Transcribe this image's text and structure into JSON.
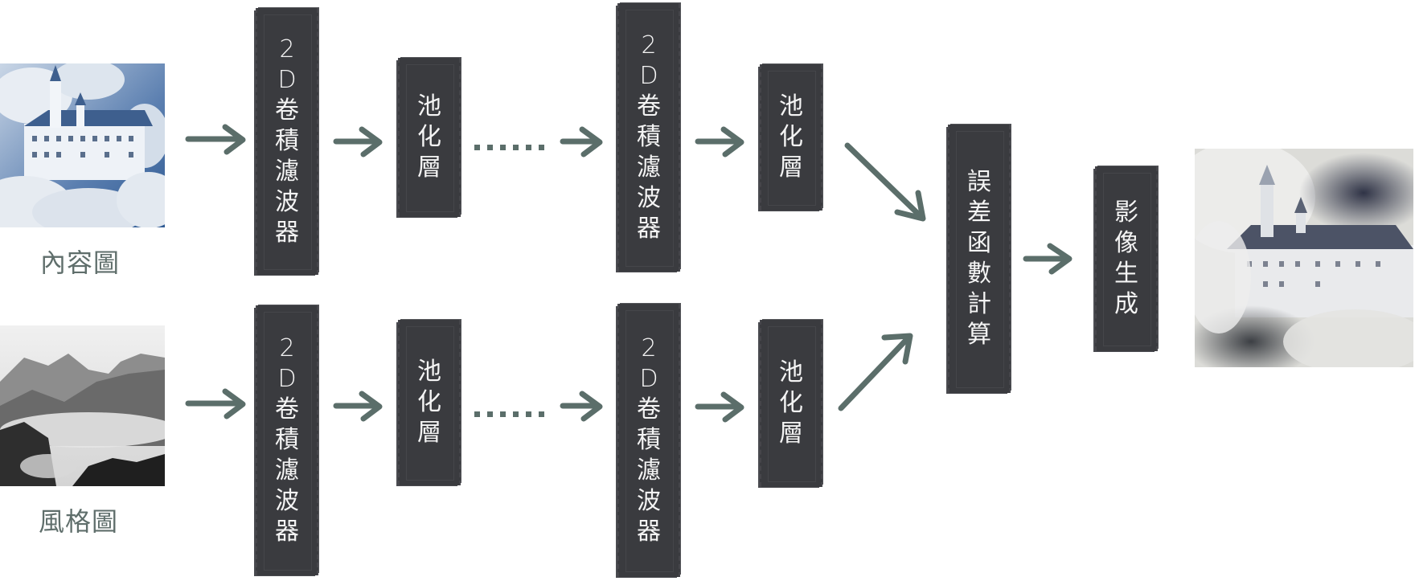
{
  "diagram": {
    "colors": {
      "box": "#3a3b3f",
      "box_text": "#f4f4f4",
      "arrow": "#5b6e6a",
      "label": "#5f6e6b"
    },
    "inputs": {
      "content": {
        "label": "內容圖",
        "image": "castle-in-clouds-photo"
      },
      "style": {
        "label": "風格圖",
        "image": "misty-mountains-ink-photo"
      }
    },
    "rows": {
      "top": [
        {
          "type": "conv",
          "text": [
            "2",
            "D",
            "卷",
            "積",
            "濾",
            "波",
            "器"
          ]
        },
        {
          "type": "pool",
          "text": [
            "池",
            "化",
            "層"
          ]
        },
        {
          "type": "ellipsis",
          "text": "......"
        },
        {
          "type": "conv",
          "text": [
            "2",
            "D",
            "卷",
            "積",
            "濾",
            "波",
            "器"
          ]
        },
        {
          "type": "pool",
          "text": [
            "池",
            "化",
            "層"
          ]
        }
      ],
      "bottom": [
        {
          "type": "conv",
          "text": [
            "2",
            "D",
            "卷",
            "積",
            "濾",
            "波",
            "器"
          ]
        },
        {
          "type": "pool",
          "text": [
            "池",
            "化",
            "層"
          ]
        },
        {
          "type": "ellipsis",
          "text": "......"
        },
        {
          "type": "conv",
          "text": [
            "2",
            "D",
            "卷",
            "積",
            "濾",
            "波",
            "器"
          ]
        },
        {
          "type": "pool",
          "text": [
            "池",
            "化",
            "層"
          ]
        }
      ]
    },
    "loss": {
      "text": [
        "誤",
        "差",
        "函",
        "數",
        "計",
        "算"
      ]
    },
    "generate": {
      "text": [
        "影",
        "像",
        "生",
        "成"
      ]
    },
    "output": {
      "image": "stylized-castle-output"
    }
  }
}
